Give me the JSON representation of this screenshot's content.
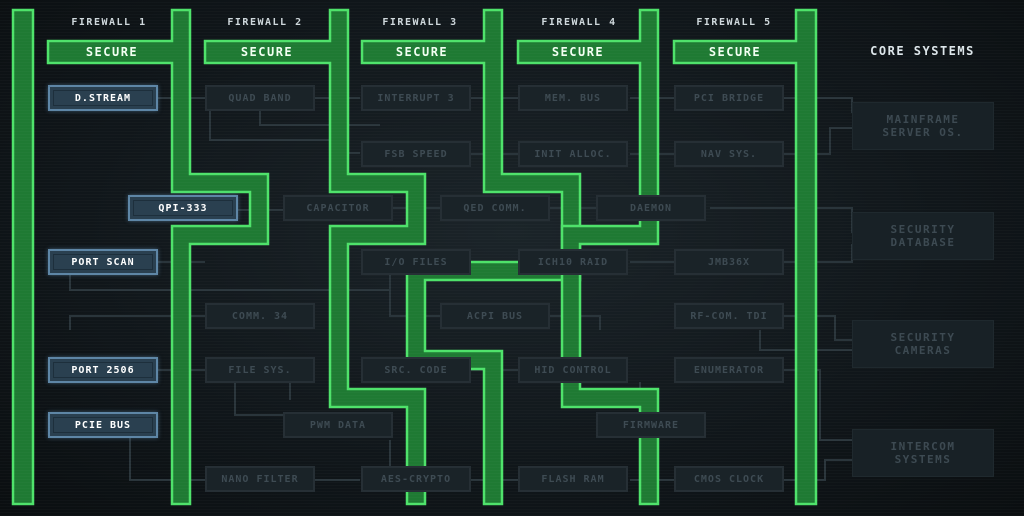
{
  "firewalls": [
    {
      "label": "FIREWALL 1",
      "status": "SECURE"
    },
    {
      "label": "FIREWALL 2",
      "status": "SECURE"
    },
    {
      "label": "FIREWALL 3",
      "status": "SECURE"
    },
    {
      "label": "FIREWALL 4",
      "status": "SECURE"
    },
    {
      "label": "FIREWALL 5",
      "status": "SECURE"
    }
  ],
  "nodes": {
    "d_stream": "D.STREAM",
    "qpi_333": "QPI-333",
    "port_scan": "PORT SCAN",
    "port_2506": "PORT 2506",
    "pcie_bus": "PCIE BUS",
    "quad_band": "QUAD BAND",
    "capacitor": "CAPACITOR",
    "comm_34": "COMM. 34",
    "file_sys": "FILE SYS.",
    "pwm_data": "PWM DATA",
    "nano_filter": "NANO FILTER",
    "interrupt_3": "INTERRUPT 3",
    "fsb_speed": "FSB SPEED",
    "io_files": "I/O FILES",
    "src_code": "SRC. CODE",
    "aes_crypto": "AES-CRYPTO",
    "qed_comm": "QED COMM.",
    "acpi_bus": "ACPI BUS",
    "mem_bus": "MEM. BUS",
    "init_alloc": "INIT ALLOC.",
    "ich10_raid": "ICH10 RAID",
    "hid_control": "HID CONTROL",
    "flash_ram": "FLASH RAM",
    "firmware": "FIRMWARE",
    "daemon": "DAEMON",
    "pci_bridge": "PCI BRIDGE",
    "nav_sys": "NAV SYS.",
    "jmb36x": "JMB36X",
    "rf_com_tdi": "RF-COM. TDI",
    "enumerator": "ENUMERATOR",
    "cmos_clock": "CMOS CLOCK"
  },
  "core": {
    "title": "CORE SYSTEMS",
    "systems": [
      {
        "line1": "MAINFRAME",
        "line2": "SERVER OS."
      },
      {
        "line1": "SECURITY",
        "line2": "DATABASE"
      },
      {
        "line1": "SECURITY",
        "line2": "CAMERAS"
      },
      {
        "line1": "INTERCOM",
        "line2": "SYSTEMS"
      }
    ]
  },
  "colors": {
    "wall_fill": "#1f7a33",
    "wall_edge": "#4ee26a",
    "active_node": "#2a4050",
    "dim_node": "#1a2328"
  }
}
